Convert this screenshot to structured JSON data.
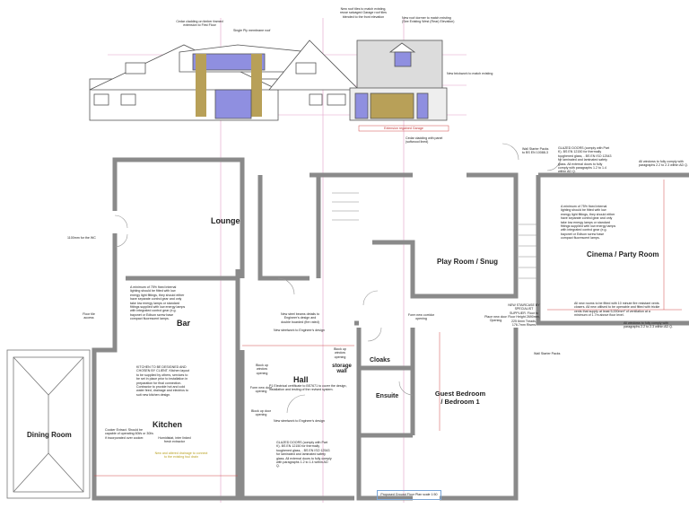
{
  "elevation": {
    "notes": [
      "Cedar cladding on timber framed extension to First Floor",
      "Single Ply membrane roof",
      "New roof tiles to match existing, reuse salvaged Garage roof tiles blended to the front elevation",
      "New roof dormer to match existing (See Existing West (Rear) Elevation)",
      "New brickwork to match existing",
      "Extension regained Garage",
      "Cedar cladding with panel (softwood lined)"
    ]
  },
  "rooms": {
    "lounge": "Lounge",
    "bar": "Bar",
    "kitchen": "Kitchen",
    "dining": "Dining Room",
    "hall": "Hall",
    "play": "Play Room / Snug",
    "cinema": "Cinema / Party Room",
    "cloaks": "Cloaks",
    "ensuite": "Ensuite",
    "guest": "Guest Bedroom / Bedroom 1",
    "storage": "storage wall"
  },
  "notes": {
    "lighting": "A minimum of 75% fixed internal lighting should be fitted with low energy light fittings, they should either have separate control gear and only take low energy lamps or standard fittings supplied with low energy lamps with integrated control gear (e.g. bayonet or Edison screw base compact fluorescent lamps.",
    "kitchen_design": "KITCHEN TO BE DESIGNED AND CHOSEN BY CLIENT. Kitchen layout to be supplied by others, services to be set in place prior to installation in preparation for final connection. Contractor to provide hot and cold water feed, drainage and electrics to suit new kitchen design.",
    "cooker": "Cooker Extract. Should be capable of operating 60l/s or 30l/s if incorporated over cooker.",
    "extractor": "Humidistat, inter linked fresh extractor",
    "drainage": "New and altered drainage to connect to the existing foul drain",
    "glazed_doors": "GLAZED DOORS (comply with Part K). BS EN 12150 for thermally toughened glass, - BS EN ISO 12543 for laminated and laminated safety glass. All external doors to fully comply with paragraphs 1.2 to 1.4 within AD Q.",
    "glazed_doors_top": "GLAZED DOORS (comply with Part K). BS EN 12150 for thermally toughened glass, - BS EN ISO 12543 for laminated and laminated safety glass. All external doors to fully comply with paragraphs 1.2 to 1.4 within AD Q.",
    "windows_top": "All windows to fully comply with paragraphs 2.2 to 2.3 within AD Q.",
    "windows_right": "All windows to fully comply with paragraphs 2.2 to 2.3 within AD Q.",
    "vents": "All new rooms to be fitted with 10 minute fire resistant vents closers. All new utilised to be openable and fitted with trickle vents that supply at least 5,000mm² of ventilation at a minimum of 1.7m above floor level.",
    "staircase": "NEW STAIRCASE BY SPECIALIST SUPPLIER. Floor to Floor Height 2690mm, 225 6mm Treads, 176.7mm Risers",
    "wall_starter_top": "Wall Starter Packs to BS EN 10088-3",
    "wall_starter": "Wall Starter Packs",
    "steel_beams": "New steel beams details to Engineer's design and double boarded (fire rated)",
    "new_steelwork": "New steelwork to Engineer's design",
    "new_steelwork_2": "New steelwork to Engineer's design",
    "electrical": "P1 Electrical certificate to BS7671 to cover the design, installation and testing of the revised system.",
    "block_window": "Block up window opening",
    "block_window_2": "Block up window opening",
    "form_door": "Form new door opening",
    "block_door": "Block up door opening",
    "form_corridor": "Form new corridor opening",
    "place_door": "Place new door Opening",
    "wc": "1100mm for the WC",
    "floor_access": "Floor tile access"
  },
  "title_box": "Proposed Ground Floor Plan scale 1:50",
  "colors": {
    "wall": "#8a8a8a",
    "glazing": "#8f8fe0",
    "cedar": "#b8a058",
    "gridline": "#d36aa8",
    "dimension": "#d04848",
    "annotation": "#3355bb"
  }
}
